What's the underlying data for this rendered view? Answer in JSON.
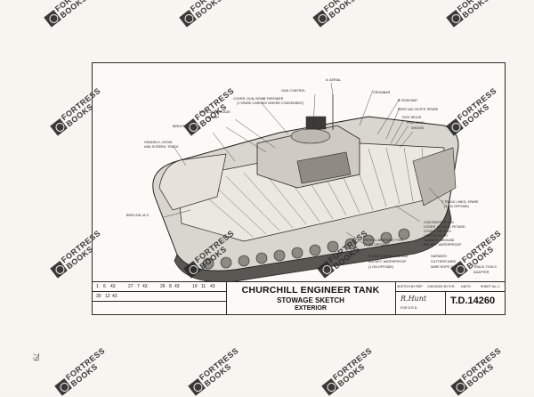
{
  "page": {
    "page_number": "79",
    "watermark_line1": "FORTRESS",
    "watermark_line2": "BOOKS"
  },
  "drawing": {
    "labels": [
      "A' AERIAL",
      "GUN CONTROL",
      "COVER, GUN, BOMB THROWER",
      "(1 SPARE CARRIED WHERE CONVENIENT)",
      "NET, CAMOUFLAGE",
      "HEAVER",
      "BEEA FAL MULO",
      "GRADELS, CROW",
      "AND SCREEN, TRACK",
      "CROWBAR",
      "B' ROW BAR",
      "FIRST AID OUTFIT SPARE",
      "PICK HELVE",
      "PICK HEAD",
      "SHOVEL",
      "T TRACK LINKS, SPARE",
      "(1 ON OFFSIDE)",
      "CONTENTS OF BIN",
      "COVER, MUZZLE, PETARD",
      "COVER, BREECH",
      "CREOSOTE KIT",
      "HAMMER, BROUND",
      "BUCKET, WATERPROOF",
      "PETROL BREEMER TYPE",
      "(1 ON OFFSIDE)",
      "FLAGS, DISTINGUISHING",
      "BUCKET, WATERPROOF",
      "(1 ON OFFSIDE)",
      "HARNESS",
      "CUTTERS WIRE",
      "WIRE ROPE TOW",
      "TRACK TOOLS",
      "BEEA FAL M.G.",
      "ADAPTER"
    ]
  },
  "title_block": {
    "revisions_top": [
      "1",
      "6",
      "43",
      "27",
      "7",
      "43",
      "26",
      "8",
      "43",
      "19",
      "11",
      "43"
    ],
    "revisions_bottom": [
      "30",
      "12",
      "43"
    ],
    "title": "CHURCHILL ENGINEER TANK",
    "subtitle": "STOWAGE SKETCH",
    "view": "EXTERIOR",
    "sketch_by_label": "SKETCH BY REP",
    "checked_by_label": "CHECKED BY R.R.",
    "units_label": "UNITS",
    "sheet_label": "SHEET No. 1",
    "signature": "R.Hunt",
    "signature_sub": "FOR D.R.D.",
    "drawing_number": "T.D.14260"
  }
}
